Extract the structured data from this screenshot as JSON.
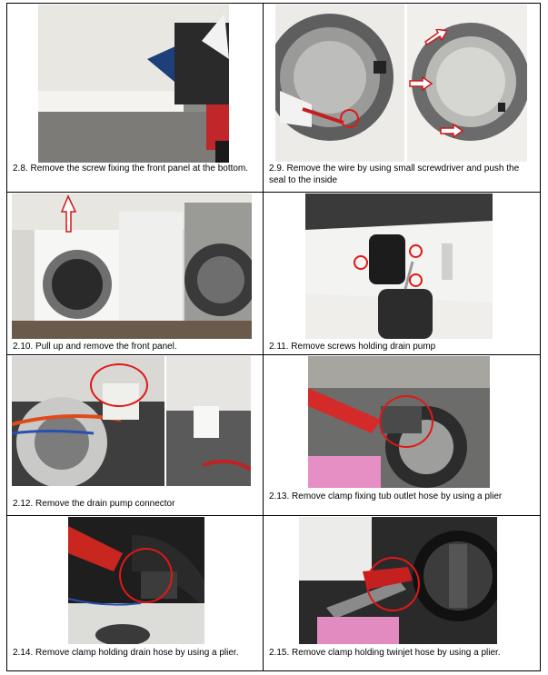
{
  "steps": [
    {
      "num": "2.8.",
      "text": "Remove the screw fixing the front panel at the bottom."
    },
    {
      "num": "2.9.",
      "text": "Remove the wire by using small screwdriver and push the seal to the inside"
    },
    {
      "num": "2.10.",
      "text": "Pull up and remove the front panel."
    },
    {
      "num": "2.11.",
      "text": "Remove screws holding drain pump"
    },
    {
      "num": "2.12.",
      "text": "Remove the drain pump connector"
    },
    {
      "num": "2.13.",
      "text": "Remove clamp fixing tub outlet hose by using a plier"
    },
    {
      "num": "2.14.",
      "text": "Remove clamp holding drain hose by using a plier."
    },
    {
      "num": "2.15.",
      "text": "Remove clamp holding twinjet hose by using a plier."
    }
  ],
  "colors": {
    "highlight": "#e01818",
    "border": "#000000"
  }
}
